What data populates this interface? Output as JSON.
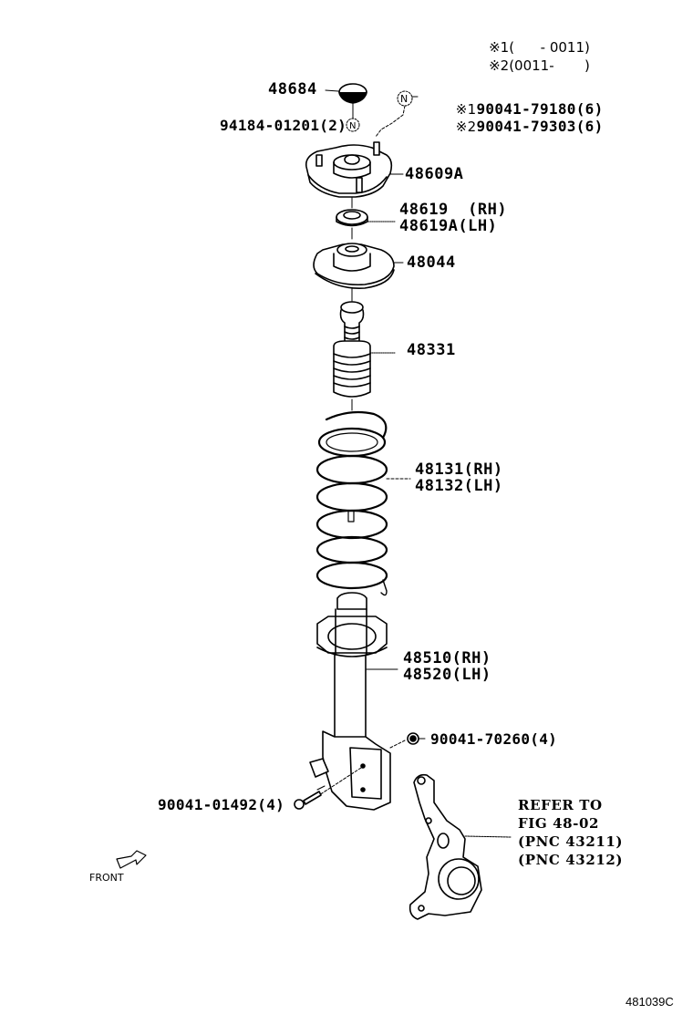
{
  "diagram": {
    "figure_id": "481039C",
    "type": "exploded-parts-diagram",
    "subject": "Front suspension strut assembly",
    "legend": {
      "notes": [
        {
          "mark": "※1",
          "text": "(      - 0011)"
        },
        {
          "mark": "※2",
          "text": "(0011-       )"
        }
      ]
    },
    "parts": [
      {
        "id": "48684",
        "label": "48684"
      },
      {
        "id": "94184-01201",
        "label": "94184-01201(2)",
        "note": "N"
      },
      {
        "id": "90041-79180",
        "label": "90041-79180(6)",
        "mark": "※1",
        "note": "N"
      },
      {
        "id": "90041-79303",
        "label": "90041-79303(6)",
        "mark": "※2"
      },
      {
        "id": "48609A",
        "label": "48609A"
      },
      {
        "id": "48619",
        "label": "48619  (RH)"
      },
      {
        "id": "48619A",
        "label": "48619A(LH)"
      },
      {
        "id": "48044",
        "label": "48044"
      },
      {
        "id": "48331",
        "label": "48331"
      },
      {
        "id": "48131",
        "label": "48131(RH)"
      },
      {
        "id": "48132",
        "label": "48132(LH)"
      },
      {
        "id": "48510",
        "label": "48510(RH)"
      },
      {
        "id": "48520",
        "label": "48520(LH)"
      },
      {
        "id": "90041-70260",
        "label": "90041-70260(4)"
      },
      {
        "id": "90041-01492",
        "label": "90041-01492(4)"
      }
    ],
    "reference": {
      "lines": [
        "REFER TO",
        "FIG 48-02",
        "(PNC 43211)",
        "(PNC 43212)"
      ]
    },
    "front_indicator": "FRONT",
    "n_symbol": "N"
  }
}
